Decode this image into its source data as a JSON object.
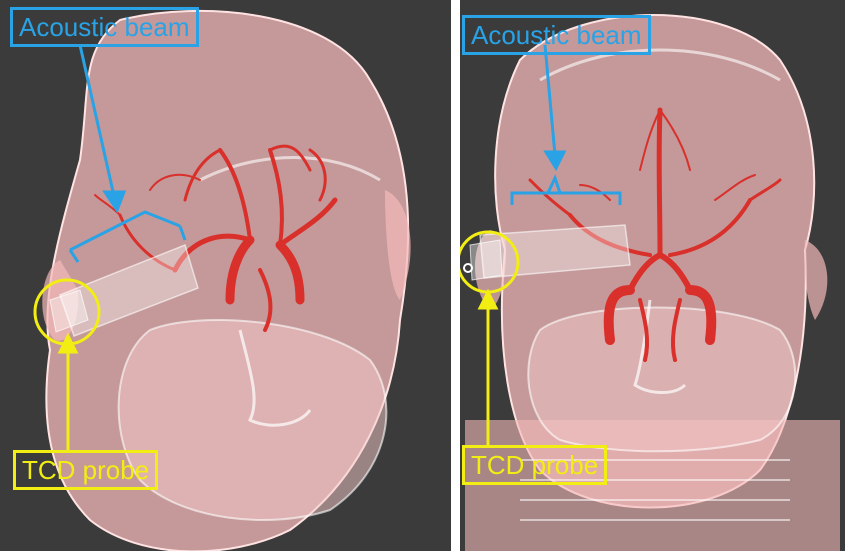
{
  "figure": {
    "left_panel": {
      "acoustic_label": "Acoustic beam",
      "probe_label": "TCD probe"
    },
    "right_panel": {
      "acoustic_label": "Acoustic beam",
      "probe_label": "TCD probe"
    }
  },
  "colors": {
    "background": "#3b3b3b",
    "head": "#f4b9b9",
    "vessels": "#d9302b",
    "beam_annotation": "#29a3e6",
    "probe_annotation": "#f2ee13"
  }
}
